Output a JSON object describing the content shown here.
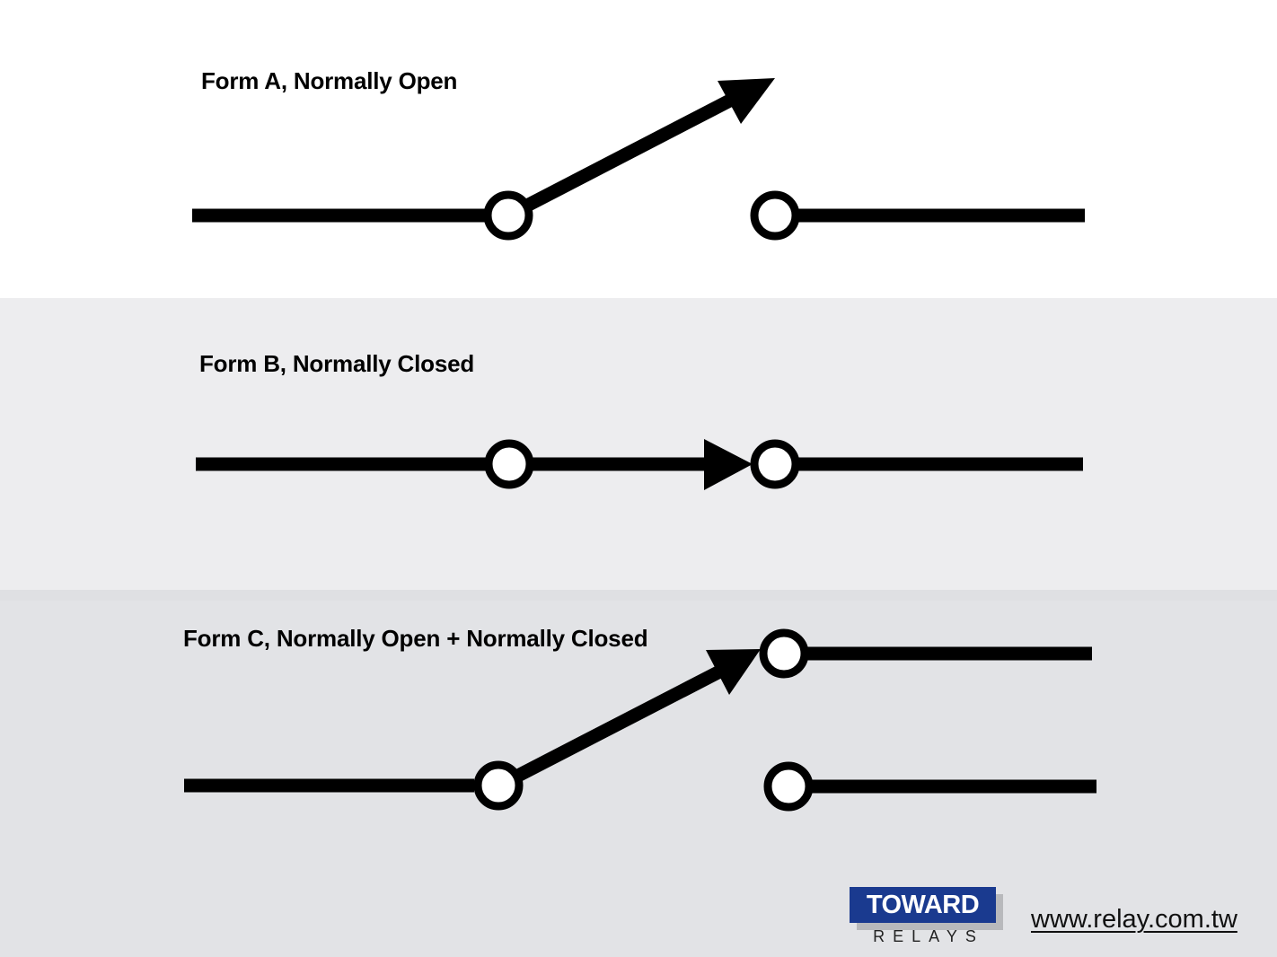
{
  "diagram": {
    "sections": [
      {
        "id": "form-a",
        "label": "Form A, Normally Open",
        "background": "#ffffff"
      },
      {
        "id": "form-b",
        "label": "Form B, Normally Closed",
        "background": "#ededef"
      },
      {
        "id": "form-c",
        "label": "Form C, Normally Open + Normally Closed",
        "background": "#e2e3e6"
      }
    ],
    "stroke_color": "#000000"
  },
  "footer": {
    "logo": {
      "brand": "TOWARD",
      "subtitle": "RELAYS",
      "brand_color": "#1a3a8f"
    },
    "url": "www.relay.com.tw"
  }
}
